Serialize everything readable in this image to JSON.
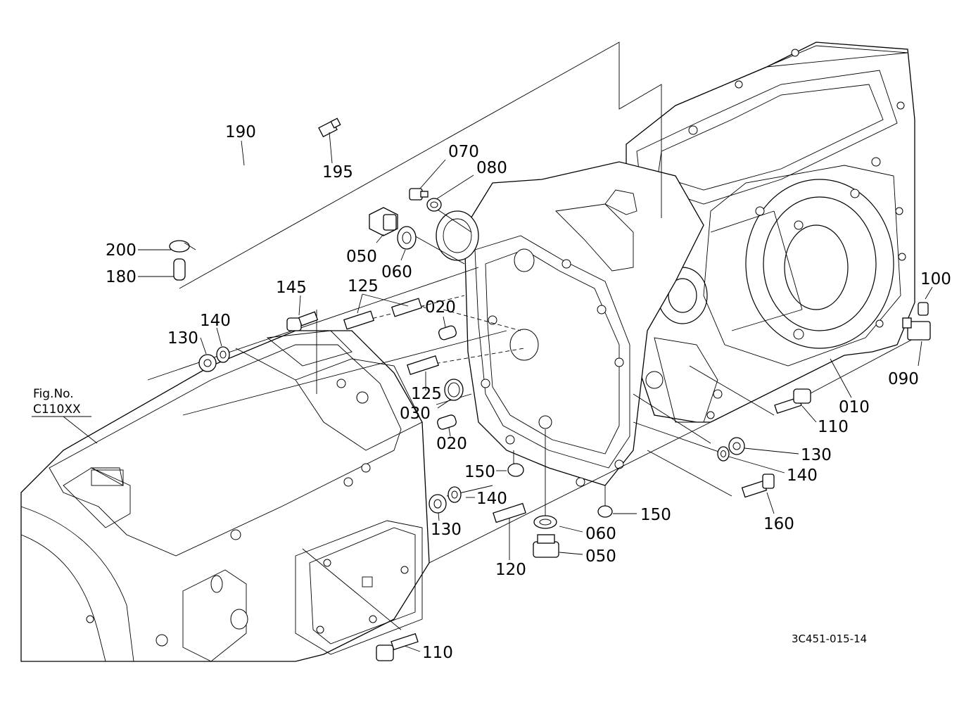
{
  "figure": {
    "ref_line1": "Fig.No.",
    "ref_line2": "C110XX",
    "code": "3C451-015-14"
  },
  "labels": {
    "p190": "190",
    "p195": "195",
    "p200": "200",
    "p180": "180",
    "p070": "070",
    "p080": "080",
    "p050a": "050",
    "p060a": "060",
    "p145": "145",
    "p125a": "125",
    "p020a": "020",
    "p140a": "140",
    "p130a": "130",
    "p125b": "125",
    "p030": "030",
    "p020b": "020",
    "p150a": "150",
    "p140b": "140",
    "p130b": "130",
    "p120": "120",
    "p060b": "060",
    "p050b": "050",
    "p150b": "150",
    "p110a": "110",
    "p130c": "130",
    "p140c": "140",
    "p160": "160",
    "p010": "010",
    "p090": "090",
    "p100": "100",
    "p110b": "110"
  }
}
